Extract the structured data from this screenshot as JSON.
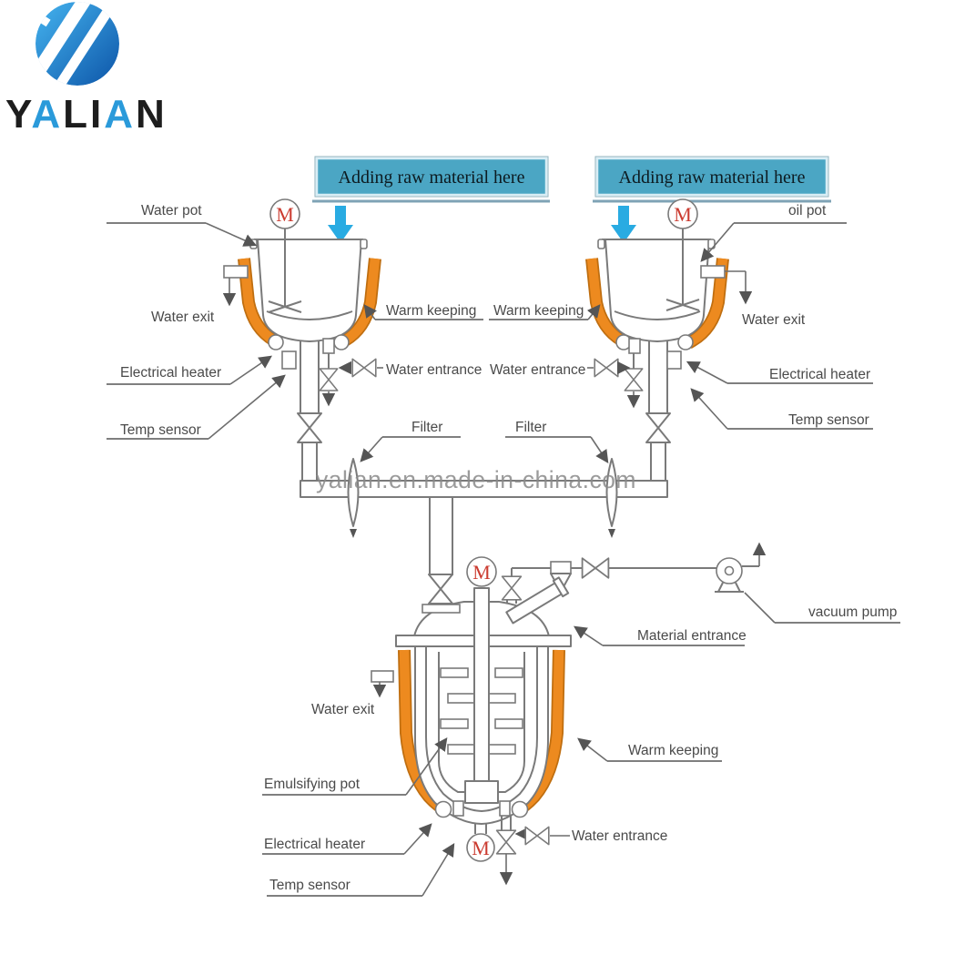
{
  "logo": {
    "brand": "YALIAN",
    "letters": [
      "Y",
      "A",
      "L",
      "I",
      "A",
      "N"
    ]
  },
  "watermark": {
    "text": "yalian.en.made-in-china.com"
  },
  "banners": {
    "left": "Adding raw material here",
    "right": "Adding raw material here"
  },
  "motors": {
    "label": "M"
  },
  "labels": {
    "water_pot": "Water pot",
    "water_exit_left": "Water exit",
    "electrical_heater_left": "Electrical heater",
    "temp_sensor_left": "Temp sensor",
    "warm_keeping_left": "Warm keeping",
    "water_entrance_left": "Water entrance",
    "filter_left": "Filter",
    "filter_right": "Filter",
    "warm_keeping_right": "Warm keeping",
    "water_entrance_right": "Water entrance",
    "oil_pot": "oil pot",
    "water_exit_right": "Water exit",
    "electrical_heater_right": "Electrical heater",
    "temp_sensor_right": "Temp sensor",
    "material_entrance": "Material entrance",
    "vacuum_pump": "vacuum pump",
    "water_exit_bottom": "Water exit",
    "emulsifying_pot": "Emulsifying pot",
    "electrical_heater_bottom": "Electrical heater",
    "temp_sensor_bottom": "Temp sensor",
    "warm_keeping_bottom": "Warm keeping",
    "water_entrance_bottom": "Water entrance"
  },
  "colors": {
    "jacket_orange": "#ED8A1F",
    "arrow_blue": "#29ABE2",
    "banner_teal": "#4BA6C4",
    "motor_red": "#CB3B30",
    "line_gray": "#7A7A7A",
    "label_gray": "#4A4A4A",
    "watermark_gray": "#8A8A8A"
  }
}
